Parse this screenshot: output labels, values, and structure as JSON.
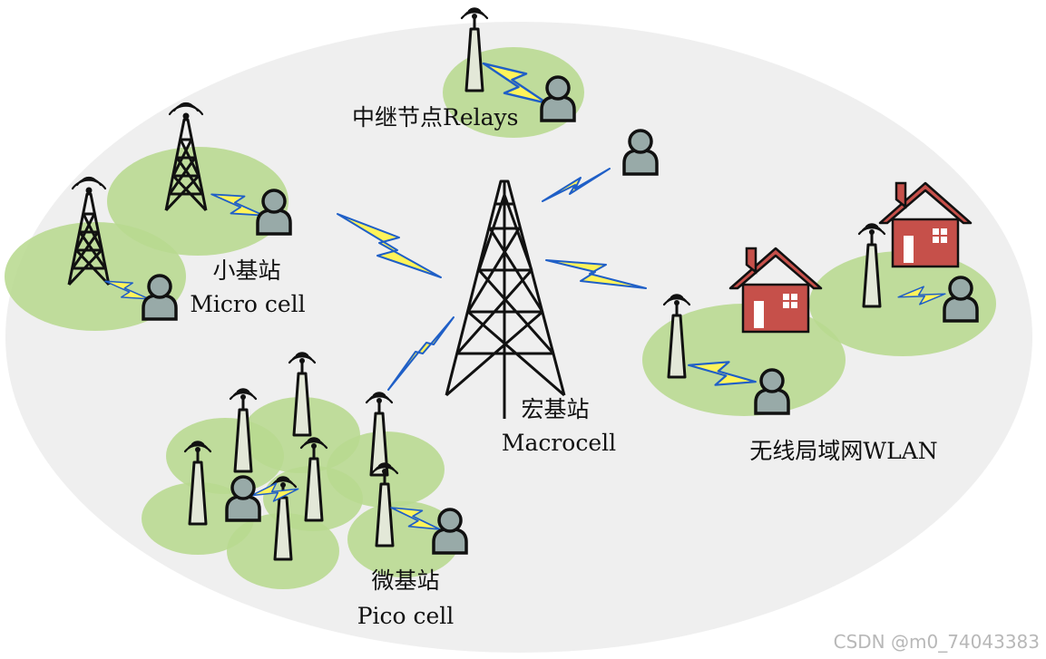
{
  "labels": {
    "relays": "中继节点Relays",
    "micro_zh": "小基站",
    "micro_en": "Micro cell",
    "macro_zh": "宏基站",
    "macro_en": "Macrocell",
    "pico_zh": "微基站",
    "pico_en": "Pico cell",
    "wlan": "无线局域网WLAN"
  },
  "watermark": "CSDN @m0_74043383",
  "colors": {
    "background_ellipse": "#efefef",
    "cell_coverage": "#b8d98f",
    "link_bolt_fill": "#fff35a",
    "link_bolt_stroke": "#1f5fc7",
    "house": "#c6504a",
    "user": "#98aaa8"
  },
  "icons": [
    "lattice-tower-icon",
    "antenna-icon",
    "user-icon",
    "house-icon",
    "wireless-link-icon"
  ]
}
